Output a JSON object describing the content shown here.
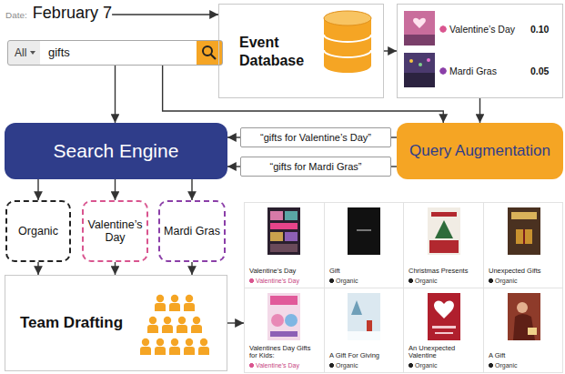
{
  "diagram": {
    "nodes": [
      {
        "text": [
          "Date:",
          "February 7"
        ]
      },
      {
        "text": [
          "Event Database"
        ]
      },
      {
        "text": [
          "Valentine’s Day",
          "0.10",
          "Mardi Gras",
          "0.05"
        ]
      },
      {
        "text": [
          "All",
          "gifts"
        ]
      },
      {
        "text": [
          "Search Engine"
        ]
      },
      {
        "text": [
          "“gifts for Valentine’s Day”"
        ]
      },
      {
        "text": [
          "“gifts for Mardi Gras”"
        ]
      },
      {
        "text": [
          "Query Augmentation"
        ]
      },
      {
        "text": [
          "Organic"
        ]
      },
      {
        "text": [
          "Valentine’s Day"
        ]
      },
      {
        "text": [
          "Mardi Gras"
        ]
      },
      {
        "text": [
          "Team Drafting"
        ]
      },
      {
        "text": []
      },
      {
        "text": [
          "Valentine's Day",
          "Valentine’s Day"
        ],
        "in": 12
      },
      {
        "text": [
          "Gift",
          "Organic"
        ],
        "in": 12
      },
      {
        "text": [
          "Christmas Presents",
          "Organic"
        ],
        "in": 12
      },
      {
        "text": [
          "Unexpected Gifts",
          "Organic"
        ],
        "in": 12
      },
      {
        "text": [
          "Valentines Day Gifts for Kids:",
          "Valentine’s Day"
        ],
        "in": 12
      },
      {
        "text": [
          "A Gift For Giving",
          "Organic"
        ],
        "in": 12
      },
      {
        "text": [
          "An Unexpected Valentine",
          "Organic"
        ],
        "in": 12
      },
      {
        "text": [
          "A Gift",
          "Organic"
        ],
        "in": 12
      }
    ],
    "edges": [
      {
        "from": 0,
        "to": 1,
        "arrow": "to"
      },
      {
        "from": 1,
        "to": 2,
        "arrow": "to"
      },
      {
        "from": 3,
        "to": 4,
        "arrow": "to"
      },
      {
        "from": 3,
        "to": 7,
        "arrow": "to"
      },
      {
        "from": 2,
        "to": 7,
        "arrow": "to"
      },
      {
        "from": 7,
        "to": 5,
        "arrow": "none"
      },
      {
        "from": 5,
        "to": 4,
        "arrow": "to"
      },
      {
        "from": 7,
        "to": 6,
        "arrow": "none"
      },
      {
        "from": 6,
        "to": 4,
        "arrow": "to"
      },
      {
        "from": 4,
        "to": 8,
        "arrow": "to"
      },
      {
        "from": 4,
        "to": 9,
        "arrow": "to"
      },
      {
        "from": 4,
        "to": 10,
        "arrow": "to"
      },
      {
        "from": 8,
        "to": 11,
        "arrow": "to"
      },
      {
        "from": 9,
        "to": 11,
        "arrow": "to"
      },
      {
        "from": 10,
        "to": 11,
        "arrow": "to"
      },
      {
        "from": 11,
        "to": 12,
        "arrow": "to"
      }
    ]
  }
}
